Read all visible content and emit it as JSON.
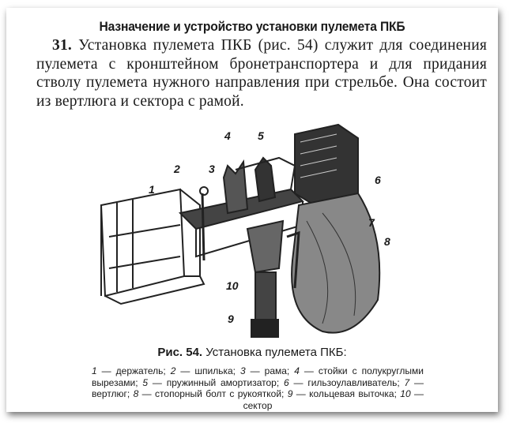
{
  "heading": "Назначение и устройство установки пулемета ПКБ",
  "paragraph": {
    "number": "31.",
    "text": "Установка пулемета ПКБ (рис. 54) служит для соединения пулемета с кронштейном бронетранспортера и для придания стволу пулемета нужного направления при стрельбе. Она состоит из вертлюга и сектора с рамой."
  },
  "figure": {
    "labels": [
      "1",
      "2",
      "3",
      "4",
      "5",
      "6",
      "7",
      "8",
      "9",
      "10"
    ],
    "caption_number": "Рис. 54.",
    "caption_title": "Установка пулемета ПКБ:",
    "legend": [
      {
        "n": "1",
        "text": "держатель;"
      },
      {
        "n": "2",
        "text": "шпилька;"
      },
      {
        "n": "3",
        "text": "рама;"
      },
      {
        "n": "4",
        "text": "стойки с полукруглыми вырезами;"
      },
      {
        "n": "5",
        "text": "пружинный амортизатор;"
      },
      {
        "n": "6",
        "text": "гильзоулавливатель;"
      },
      {
        "n": "7",
        "text": "вертлюг;"
      },
      {
        "n": "8",
        "text": "стопорный болт с рукояткой;"
      },
      {
        "n": "9",
        "text": "кольцевая выточка;"
      },
      {
        "n": "10",
        "text": "сектор"
      }
    ]
  }
}
